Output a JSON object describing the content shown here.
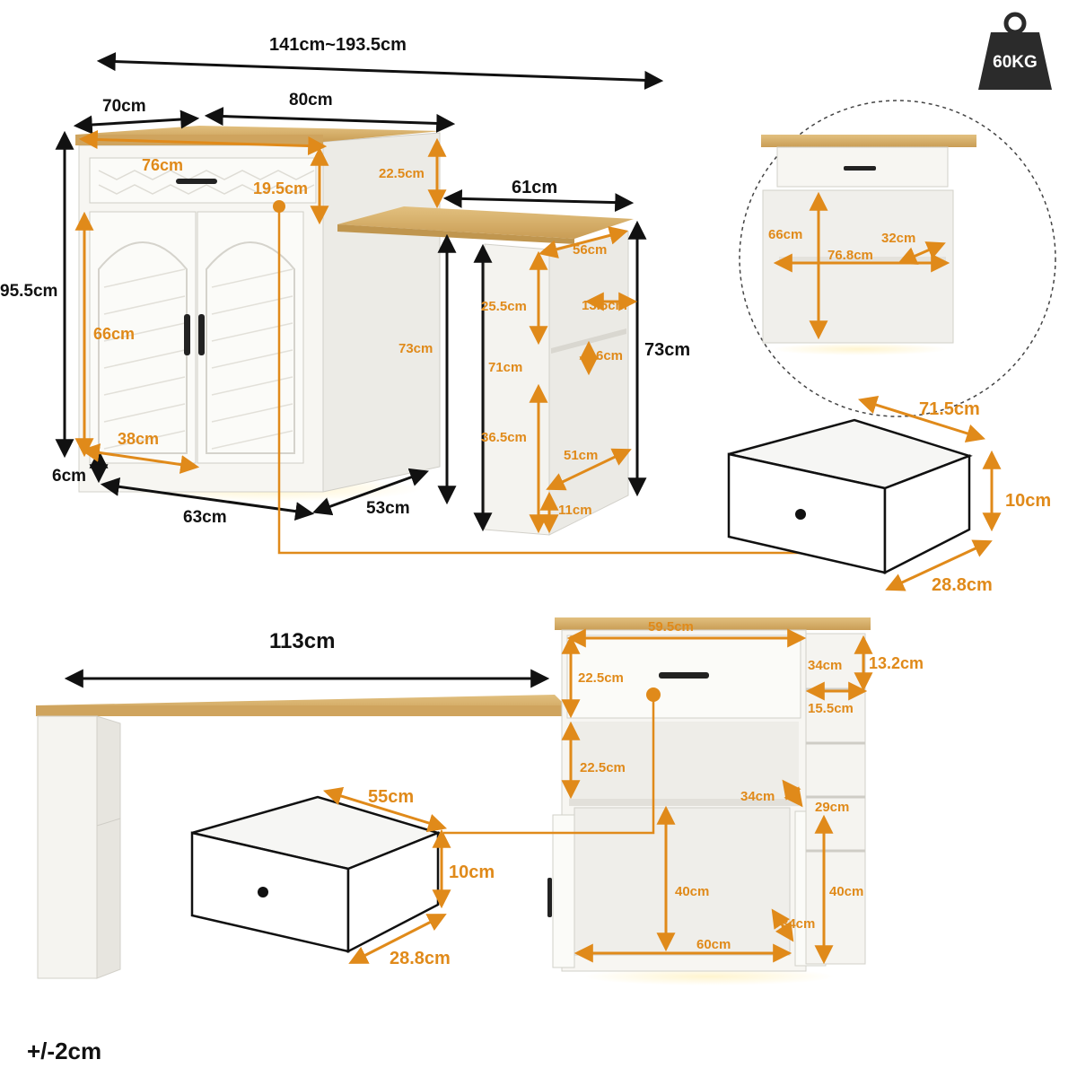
{
  "weight_badge": {
    "label": "60KG",
    "icon": "weight-icon"
  },
  "tolerance": "+/-2cm",
  "colors": {
    "orange": "#e08a1a",
    "wood": "#d4ad6a",
    "cabinet": "#f7f6f2",
    "outline": "#111111"
  },
  "top_view": {
    "total_width": "141cm~193.5cm",
    "cabinet_top_width": "70cm",
    "extension_width": "80cm",
    "height_total": "95.5cm",
    "foot_height": "6cm",
    "base_depth": "63cm",
    "base_width": "53cm",
    "drawer_width": "76cm",
    "drawer_inset": "19.5cm",
    "side_gap": "22.5cm",
    "door_height": "66cm",
    "door_width": "38cm",
    "inner_height": "73cm"
  },
  "side_table": {
    "width": "61cm",
    "depth": "56cm",
    "height": "73cm",
    "upper_gap": "25.5cm",
    "mid_height": "71cm",
    "lower_height": "36.5cm",
    "shelf_depth": "13.5cm",
    "shelf_gap": "6cm",
    "bottom_width": "51cm",
    "foot": "11cm"
  },
  "interior_detail": {
    "height": "66cm",
    "width": "76.8cm",
    "depth": "32cm"
  },
  "drawer_top": {
    "width": "71.5cm",
    "height": "10cm",
    "depth": "28.8cm"
  },
  "bottom_view": {
    "bar_length": "113cm",
    "top_width": "59.5cm",
    "drawer_height": "22.5cm",
    "open_height": "22.5cm",
    "side_shelf_width": "34cm",
    "side_shelf_height": "13.2cm",
    "side_shelf_depth": "15.5cm",
    "shelf_depth": "34cm",
    "shelf_space": "29cm",
    "cabinet_height": "40cm",
    "cabinet_width": "60cm",
    "side_height": "40cm",
    "inner_depth": "34cm"
  },
  "drawer_bottom": {
    "width": "55cm",
    "height": "10cm",
    "depth": "28.8cm"
  }
}
